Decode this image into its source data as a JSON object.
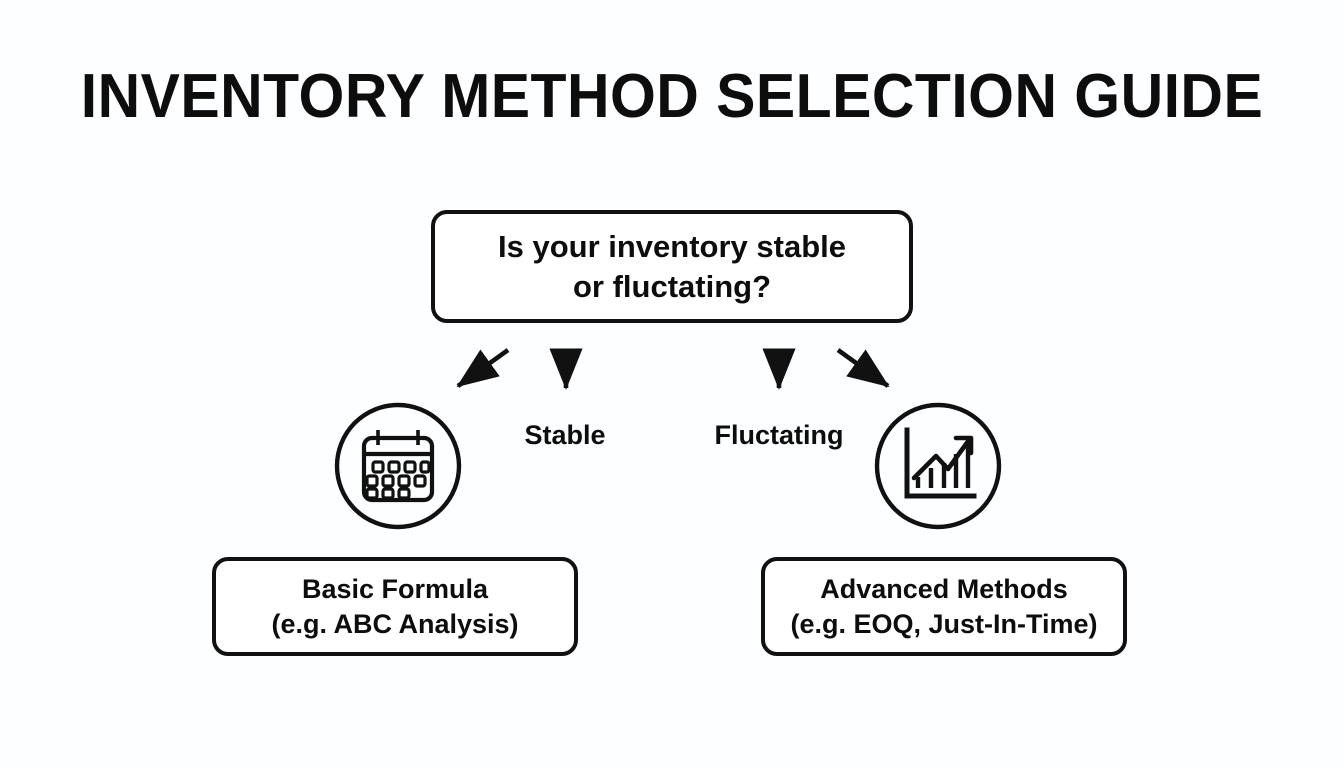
{
  "page": {
    "title": "INVENTORY METHOD SELECTION GUIDE",
    "background_color": "#fdfeff",
    "ink_color": "#111111"
  },
  "diagram": {
    "type": "flowchart",
    "orientation": "top-down",
    "decision": {
      "line1": "Is your inventory stable",
      "line2": "or fluctating?"
    },
    "branches": [
      {
        "label": "Stable",
        "icon": "calendar-icon",
        "outcome": {
          "line1": "Basic Formula",
          "line2": "(e.g. ABC Analysis)"
        }
      },
      {
        "label": "Fluctating",
        "icon": "growth-chart-icon",
        "outcome": {
          "line1": "Advanced Methods",
          "line2": "(e.g. EOQ, Just-In-Time)"
        }
      }
    ],
    "arrows": [
      {
        "name": "arrow-to-calendar-icon",
        "direction": "down-left"
      },
      {
        "name": "arrow-stable",
        "direction": "down"
      },
      {
        "name": "arrow-fluctating",
        "direction": "down"
      },
      {
        "name": "arrow-to-chart-icon",
        "direction": "down-right"
      }
    ]
  }
}
